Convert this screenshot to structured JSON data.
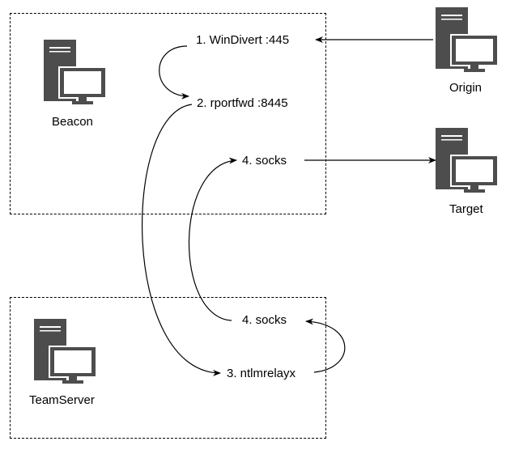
{
  "hosts": {
    "beacon": {
      "label": "Beacon",
      "icon": "computer-server-icon"
    },
    "origin": {
      "label": "Origin",
      "icon": "computer-server-icon"
    },
    "target": {
      "label": "Target",
      "icon": "computer-server-icon"
    },
    "teamserver": {
      "label": "TeamServer",
      "icon": "computer-server-icon"
    }
  },
  "steps": {
    "windivert": "1. WinDivert :445",
    "rportfwd": "2. rportfwd :8445",
    "socks_beacon": "4. socks",
    "socks_teamserver": "4. socks",
    "ntlmrelayx": "3. ntlmrelayx"
  },
  "colors": {
    "icon": "#4d4d4d",
    "line": "#000000",
    "background": "#ffffff"
  }
}
